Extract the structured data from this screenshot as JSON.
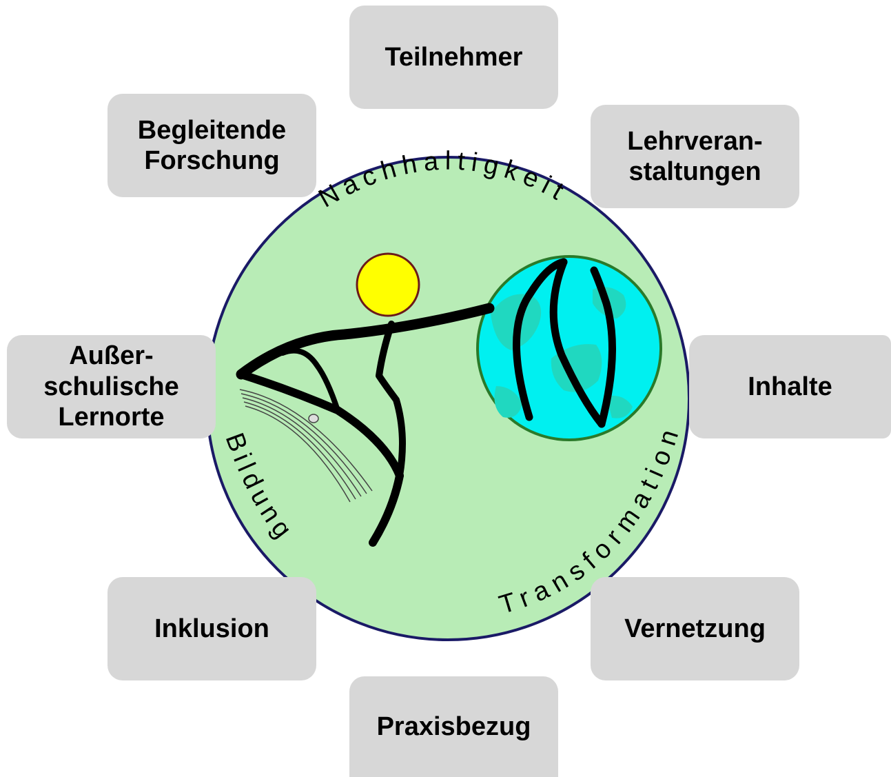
{
  "boxes": {
    "teilnehmer": "Teilnehmer",
    "lehrveranstaltungen": "Lehrveran-\nstaltungen",
    "inhalte": "Inhalte",
    "vernetzung": "Vernetzung",
    "praxisbezug": "Praxisbezug",
    "inklusion": "Inklusion",
    "ausserschulisch": "Außer-\nschulische\nLernorte",
    "forschung": "Begleitende\nForschung"
  },
  "emblem": {
    "word_top": "Nachhaltigkeit",
    "word_left": "Bildung",
    "word_right": "Transformation"
  },
  "colors": {
    "circle_fill": "#b8ecb6",
    "circle_stroke": "#1a1a66",
    "box_fill": "#d7d7d7",
    "sun_fill": "#ffff00",
    "sun_stroke": "#6b1a1a",
    "globe_water": "#00f0f0",
    "globe_land": "#20d8c0",
    "globe_stroke": "#2a7a2a"
  }
}
